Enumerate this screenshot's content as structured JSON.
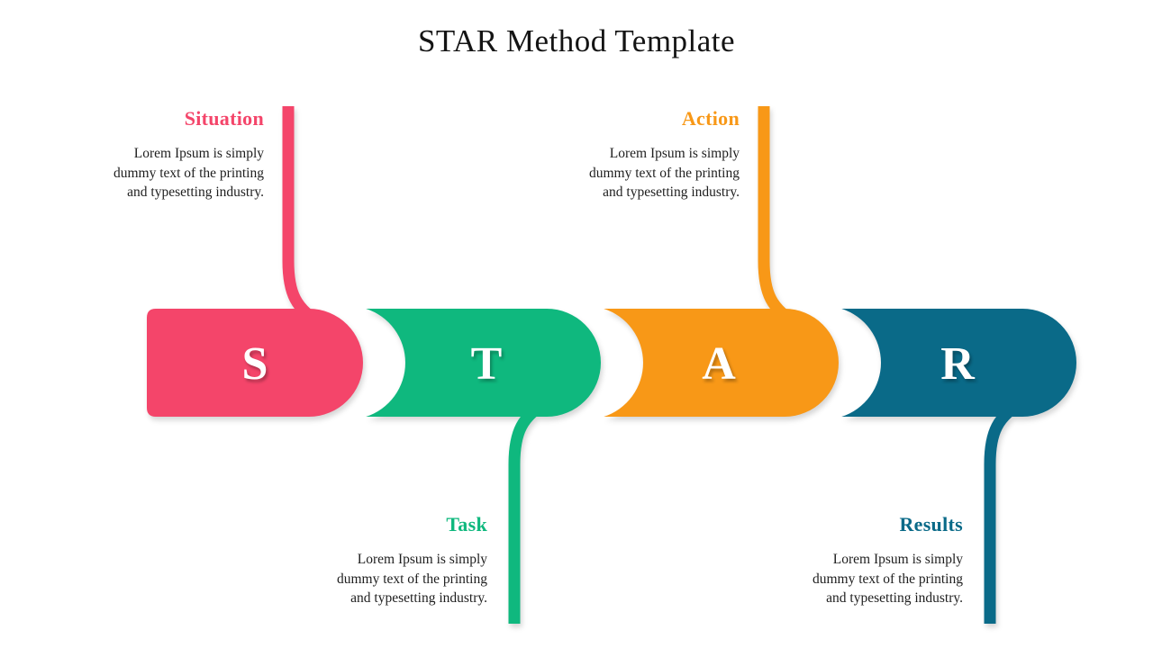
{
  "title": "STAR Method Template",
  "steps": [
    {
      "letter": "S",
      "label": "Situation",
      "color": "#F4456A",
      "desc_lines": [
        "Lorem Ipsum is simply",
        "dummy text of the printing",
        "and typesetting industry."
      ]
    },
    {
      "letter": "T",
      "label": "Task",
      "color": "#0FB87E",
      "desc_lines": [
        "Lorem Ipsum is simply",
        "dummy text of the printing",
        "and typesetting industry."
      ]
    },
    {
      "letter": "A",
      "label": "Action",
      "color": "#F89817",
      "desc_lines": [
        "Lorem Ipsum is simply",
        "dummy text of the printing",
        "and typesetting industry."
      ]
    },
    {
      "letter": "R",
      "label": "Results",
      "color": "#0A6A88",
      "desc_lines": [
        "Lorem Ipsum is simply",
        "dummy text of the printing",
        "and typesetting industry."
      ]
    }
  ]
}
